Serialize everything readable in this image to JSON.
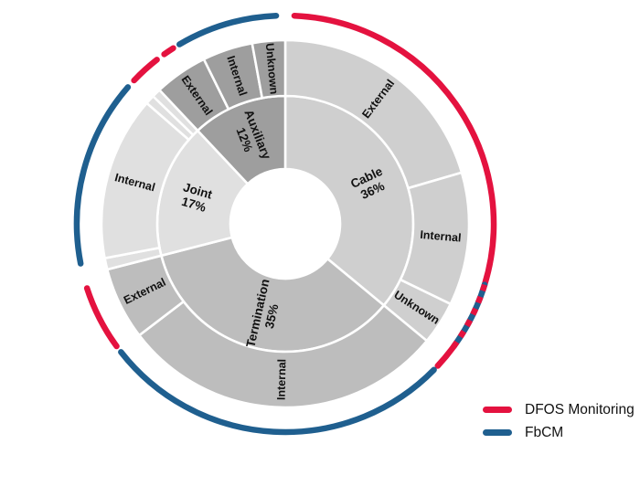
{
  "chart_data": {
    "type": "pie",
    "variant": "sunburst-donut-two-level",
    "title": "",
    "subtitle": "",
    "xlabel": "",
    "ylabel": "",
    "grid": false,
    "legend_position": "bottom-right",
    "center": {
      "cx": 312,
      "cy": 245
    },
    "radii": {
      "hole": 60,
      "inner_outer": 140,
      "outer_outer": 201,
      "indicator_arc": 228
    },
    "colors": {
      "cable": "#cfcfcf",
      "termination": "#bdbdbd",
      "joint": "#e0e0e0",
      "auxiliary": "#9e9e9e",
      "cable_children": "#cfcfcf",
      "termination_children": "#bdbdbd",
      "joint_children": "#e0e0e0",
      "auxiliary_children": "#9e9e9e",
      "separator": "#ffffff",
      "dfos_red": "#e4123f",
      "fbcm_blue": "#1f5f8f",
      "label_text": "#111111",
      "background": "#ffffff"
    },
    "inner_ring": [
      {
        "label": "Cable",
        "percent": 36,
        "percent_label": "36%",
        "start_deg": 0,
        "end_deg": 129.6,
        "color": "#cfcfcf"
      },
      {
        "label": "Termination",
        "percent": 35,
        "percent_label": "35%",
        "start_deg": 129.6,
        "end_deg": 255.6,
        "color": "#bdbdbd"
      },
      {
        "label": "Joint",
        "percent": 17,
        "percent_label": "17%",
        "start_deg": 255.6,
        "end_deg": 316.8,
        "color": "#e0e0e0"
      },
      {
        "label": "Auxiliary",
        "percent": 12,
        "percent_label": "12%",
        "start_deg": 316.8,
        "end_deg": 360,
        "color": "#9e9e9e"
      }
    ],
    "outer_ring": [
      {
        "parent": "Cable",
        "label": "External",
        "percent": 20.5,
        "start_deg": 0,
        "end_deg": 73.8,
        "color": "#cfcfcf"
      },
      {
        "parent": "Cable",
        "label": "Internal",
        "percent": 11.7,
        "start_deg": 73.8,
        "end_deg": 115.9,
        "color": "#cfcfcf"
      },
      {
        "parent": "Cable",
        "label": "Unknown",
        "percent": 3.8,
        "start_deg": 115.9,
        "end_deg": 129.6,
        "color": "#cfcfcf"
      },
      {
        "parent": "Termination",
        "label": "Internal",
        "percent": 28.6,
        "start_deg": 129.6,
        "end_deg": 232.6,
        "color": "#bdbdbd"
      },
      {
        "parent": "Termination",
        "label": "External",
        "percent": 6.4,
        "start_deg": 232.6,
        "end_deg": 255.6,
        "color": "#bdbdbd"
      },
      {
        "parent": "Joint",
        "label": "",
        "percent": 1.0,
        "start_deg": 255.6,
        "end_deg": 259.2,
        "color": "#e0e0e0"
      },
      {
        "parent": "Joint",
        "label": "Internal",
        "percent": 14.4,
        "start_deg": 259.2,
        "end_deg": 311.1,
        "color": "#e0e0e0"
      },
      {
        "parent": "Joint",
        "label": "",
        "percent": 0.8,
        "start_deg": 311.1,
        "end_deg": 314.0,
        "color": "#e0e0e0"
      },
      {
        "parent": "Joint",
        "label": "",
        "percent": 0.8,
        "start_deg": 314.0,
        "end_deg": 316.8,
        "color": "#e0e0e0"
      },
      {
        "parent": "Auxiliary",
        "label": "External",
        "percent": 4.7,
        "start_deg": 316.8,
        "end_deg": 333.7,
        "color": "#9e9e9e"
      },
      {
        "parent": "Auxiliary",
        "label": "Internal",
        "percent": 4.4,
        "start_deg": 333.7,
        "end_deg": 349.6,
        "color": "#9e9e9e"
      },
      {
        "parent": "Auxiliary",
        "label": "Unknown",
        "percent": 2.9,
        "start_deg": 349.6,
        "end_deg": 360,
        "color": "#9e9e9e"
      }
    ],
    "indicator_arcs": [
      {
        "series": "DFOS Monitoring",
        "color": "#e4123f",
        "start_deg": 2.5,
        "end_deg": 107.0,
        "style": "solid"
      },
      {
        "series": "FbCM",
        "color": "#1f5f8f",
        "start_deg": 107.0,
        "end_deg": 126.0,
        "style": "solid",
        "overlap": true
      },
      {
        "series": "DFOS Monitoring",
        "color": "#e4123f",
        "start_deg": 107.0,
        "end_deg": 126.0,
        "style": "dashed",
        "overlap": true
      },
      {
        "series": "DFOS Monitoring",
        "color": "#e4123f",
        "start_deg": 126.0,
        "end_deg": 133.0,
        "style": "solid"
      },
      {
        "series": "FbCM",
        "color": "#1f5f8f",
        "start_deg": 134.5,
        "end_deg": 232.0,
        "style": "solid"
      },
      {
        "series": "DFOS Monitoring",
        "color": "#e4123f",
        "start_deg": 234.0,
        "end_deg": 252.0,
        "style": "solid"
      },
      {
        "series": "FbCM",
        "color": "#1f5f8f",
        "start_deg": 259.0,
        "end_deg": 311.0,
        "style": "solid"
      },
      {
        "series": "DFOS Monitoring",
        "color": "#e4123f",
        "start_deg": 313.5,
        "end_deg": 322.0,
        "style": "solid"
      },
      {
        "series": "DFOS Monitoring",
        "color": "#e4123f",
        "start_deg": 324.5,
        "end_deg": 327.5,
        "style": "solid"
      },
      {
        "series": "FbCM",
        "color": "#1f5f8f",
        "start_deg": 329.5,
        "end_deg": 357.5,
        "style": "solid"
      }
    ]
  },
  "legend": {
    "items": [
      {
        "label": "DFOS Monitoring",
        "color": "#e4123f"
      },
      {
        "label": "FbCM",
        "color": "#1f5f8f"
      }
    ]
  }
}
